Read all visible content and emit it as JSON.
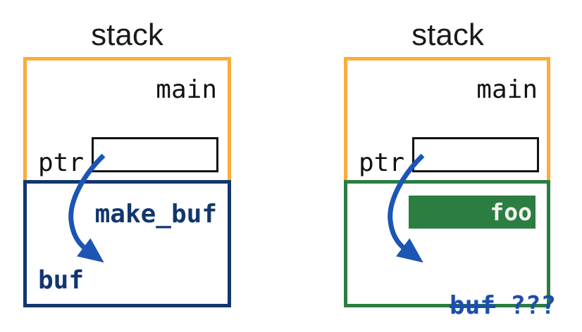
{
  "palette": {
    "frame_orange": "#FAAC3C",
    "frame_navy": "#12366E",
    "frame_green": "#2B7D41",
    "arrow_blue": "#1D55B4",
    "dangling_text_blue": "#1B4EAD",
    "foo_text": "#F2F2EE",
    "outline_black": "#111111"
  },
  "diagrams": [
    {
      "title": "stack",
      "caller_frame_label": "main",
      "pointer_label": "ptr",
      "callee_frame_label": "make_buf",
      "buffer_label": "buf"
    },
    {
      "title": "stack",
      "caller_frame_label": "main",
      "pointer_label": "ptr",
      "new_block_label": "foo",
      "buffer_label": "buf",
      "unknown_value_label": "???"
    }
  ]
}
